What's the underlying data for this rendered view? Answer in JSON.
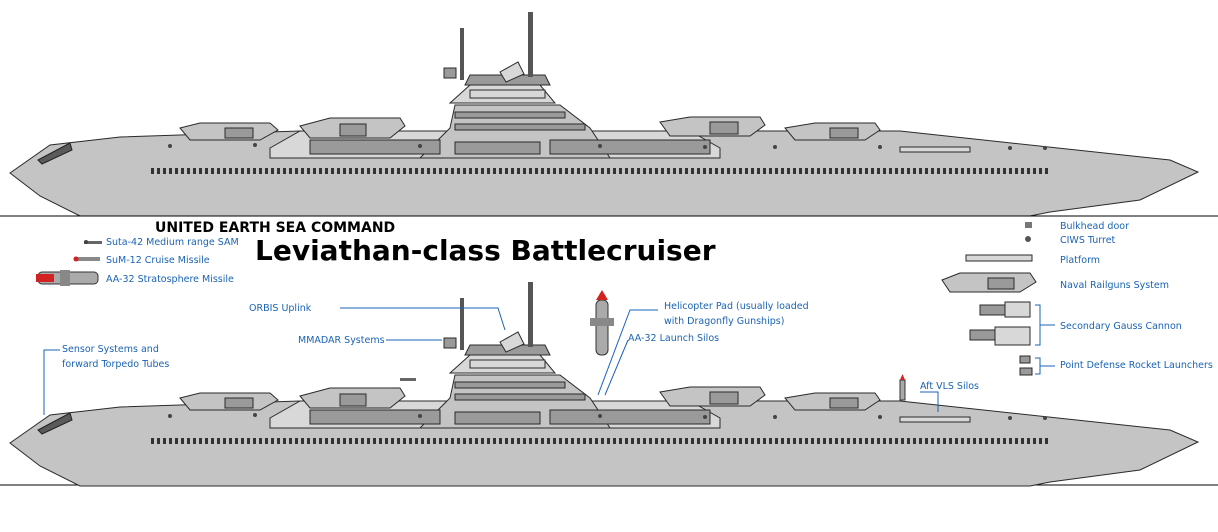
{
  "header": {
    "command": "UNITED EARTH SEA COMMAND",
    "title": "Leviathan-class Battlecruiser"
  },
  "missiles_legend": [
    {
      "label": "Suta-42 Medium range SAM"
    },
    {
      "label": "SuM-12 Cruise Missile"
    },
    {
      "label": "AA-32 Stratosphere Missile"
    }
  ],
  "legend": [
    {
      "label": "Bulkhead door"
    },
    {
      "label": "CIWS Turret"
    },
    {
      "label": "Platform"
    },
    {
      "label": "Naval Railguns System"
    },
    {
      "label": "Secondary Gauss Cannon"
    },
    {
      "label": "Point Defense Rocket Launchers"
    }
  ],
  "callouts": {
    "orbis": "ORBIS Uplink",
    "mmadar": "MMADAR Systems",
    "sensor_line1": "Sensor Systems and",
    "sensor_line2": "forward Torpedo Tubes",
    "heli_line1": "Helicopter Pad (usually loaded",
    "heli_line2": "with Dragonfly Gunships)",
    "aa32_silos": "AA-32 Launch Silos",
    "aft_vls": "Aft VLS Silos"
  },
  "colors": {
    "hull": "#c4c4c4",
    "outline": "#2a2a2a",
    "label_blue": "#1a63b5",
    "missile_red": "#d22222"
  },
  "icons": {
    "ship_top": "battlecruiser-side-profile",
    "ship_bottom": "battlecruiser-side-profile-annotated"
  }
}
